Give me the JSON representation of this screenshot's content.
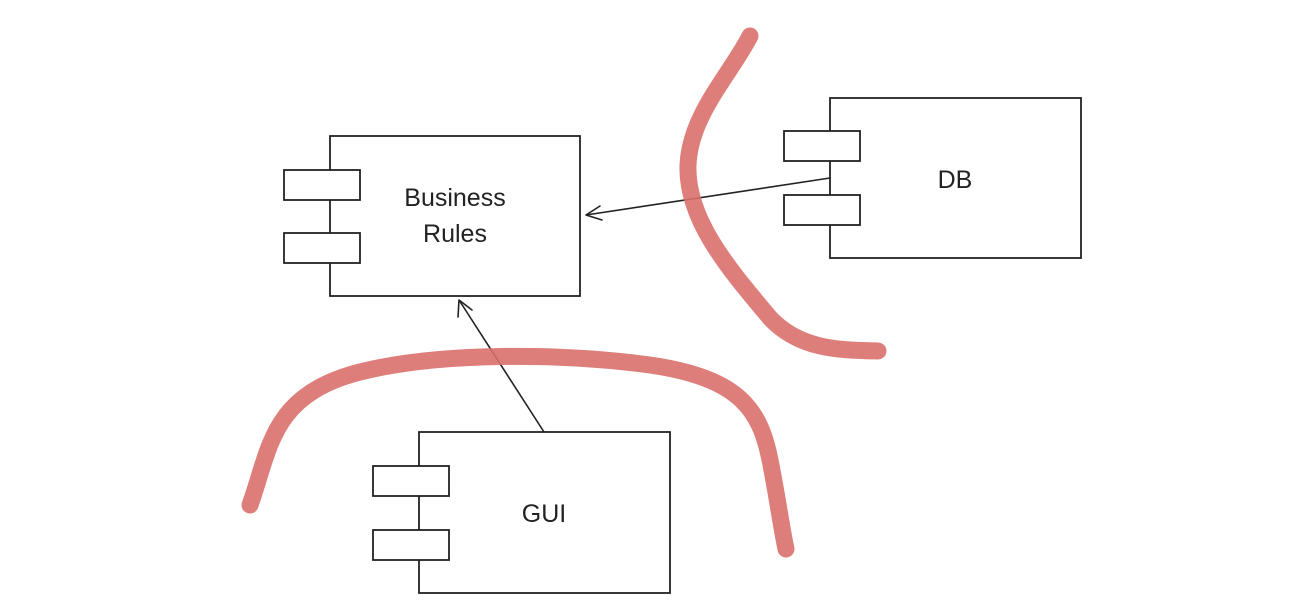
{
  "diagram": {
    "components": {
      "business_rules": {
        "line1": "Business",
        "line2": "Rules"
      },
      "db": {
        "label": "DB"
      },
      "gui": {
        "label": "GUI"
      }
    },
    "dependencies": [
      {
        "from": "DB",
        "to": "Business Rules"
      },
      {
        "from": "GUI",
        "to": "Business Rules"
      }
    ],
    "boundary_color": "#d9706c"
  }
}
